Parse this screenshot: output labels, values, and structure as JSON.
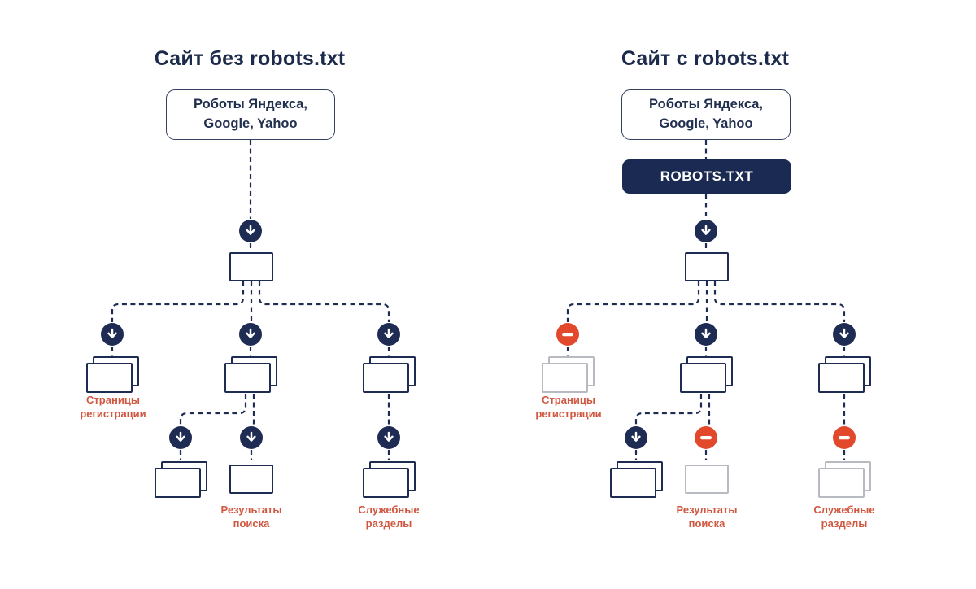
{
  "left": {
    "title": "Сайт без robots.txt",
    "crawlers": "Роботы Яндекса,\nGoogle, Yahoo",
    "labels": {
      "registration": "Страницы\nрегистрации",
      "search": "Результаты\nпоиска",
      "service": "Служебные\nразделы"
    }
  },
  "right": {
    "title": "Сайт с robots.txt",
    "crawlers": "Роботы Яндекса,\nGoogle, Yahoo",
    "robots_txt": "ROBOTS.TXT",
    "labels": {
      "registration": "Страницы\nрегистрации",
      "search": "Результаты\nпоиска",
      "service": "Служебные\nразделы"
    }
  },
  "icons": {
    "allow": "arrow-down-circle",
    "deny": "no-entry-circle"
  },
  "colors": {
    "navy": "#1e2b52",
    "badge_navy": "#1b2a52",
    "deny_orange": "#e2482b",
    "label_orange": "#d05740",
    "disabled_grey": "#b7bbc1"
  }
}
